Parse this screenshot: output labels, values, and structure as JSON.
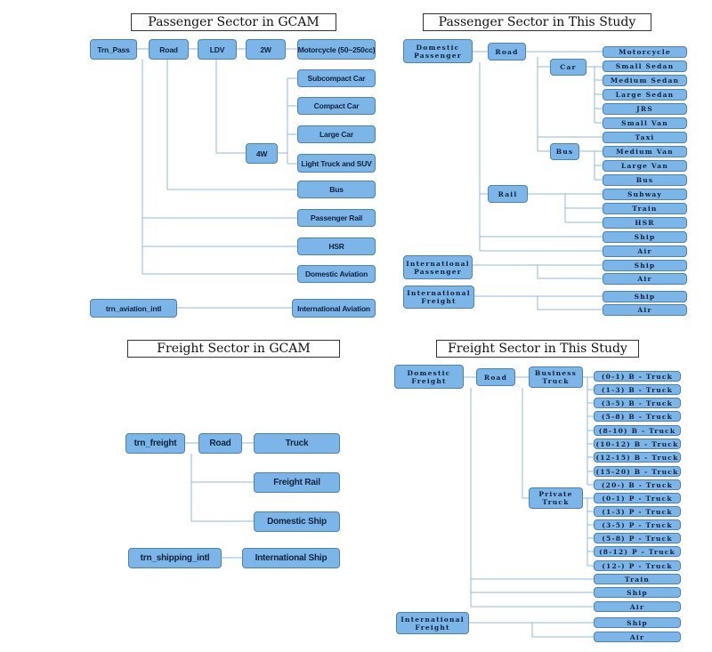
{
  "titles": {
    "passenger_gcam": "Passenger Sector in GCAM",
    "passenger_study": "Passenger Sector in This Study",
    "freight_gcam": "Freight Sector in GCAM",
    "freight_study": "Freight Sector in This Study"
  },
  "passenger_gcam": {
    "trn_pass": "Trn_Pass",
    "road": "Road",
    "ldv": "LDV",
    "two_w": "2W",
    "motorcycle": "Motorcycle (50~250cc)",
    "four_w": "4W",
    "subcompact_car": "Subcompact Car",
    "compact_car": "Compact Car",
    "large_car": "Large Car",
    "light_truck_suv": "Light Truck and SUV",
    "bus": "Bus",
    "passenger_rail": "Passenger Rail",
    "hsr": "HSR",
    "domestic_aviation": "Domestic Aviation",
    "trn_aviation_intl": "trn_aviation_intl",
    "international_aviation": "International Aviation"
  },
  "passenger_study": {
    "domestic_passenger": "Domestic\nPassenger",
    "road": "Road",
    "car": "Car",
    "motorcycle": "Motorcycle",
    "small_sedan": "Small Sedan",
    "medium_sedan": "Medium Sedan",
    "large_sedan": "Large Sedan",
    "jrs": "JRS",
    "small_van": "Small Van",
    "taxi": "Taxi",
    "bus_group": "Bus",
    "medium_van": "Medium Van",
    "large_van": "Large Van",
    "bus": "Bus",
    "rail": "Rail",
    "subway": "Subway",
    "train": "Train",
    "hsr": "HSR",
    "ship": "Ship",
    "air": "Air",
    "international_passenger": "International\nPassenger",
    "intl_pass_ship": "Ship",
    "intl_pass_air": "Air",
    "international_freight": "International\nFreight",
    "intl_freight_ship": "Ship",
    "intl_freight_air": "Air"
  },
  "freight_gcam": {
    "trn_freight": "trn_freight",
    "road": "Road",
    "truck": "Truck",
    "freight_rail": "Freight Rail",
    "domestic_ship": "Domestic Ship",
    "trn_shipping_intl": "trn_shipping_intl",
    "international_ship": "International Ship"
  },
  "freight_study": {
    "domestic_freight": "Domestic\nFreight",
    "road": "Road",
    "business_truck": "Business\nTruck",
    "private_truck": "Private\nTruck",
    "b_trucks": [
      "(0-1) B - Truck",
      "(1-3) B - Truck",
      "(3-5) B - Truck",
      "(5-8) B - Truck",
      "(8-10) B - Truck",
      "(10-12) B - Truck",
      "(12-15) B - Truck",
      "(15-20) B - Truck",
      "(20-) B - Truck"
    ],
    "p_trucks": [
      "(0-1) P - Truck",
      "(1-3) P - Truck",
      "(3-5) P - Truck",
      "(5-8) P - Truck",
      "(8-12) P - Truck",
      "(12-) P - Truck"
    ],
    "train": "Train",
    "ship": "Ship",
    "air": "Air",
    "international_freight": "International\nFreight",
    "intl_ship": "Ship",
    "intl_air": "Air"
  }
}
